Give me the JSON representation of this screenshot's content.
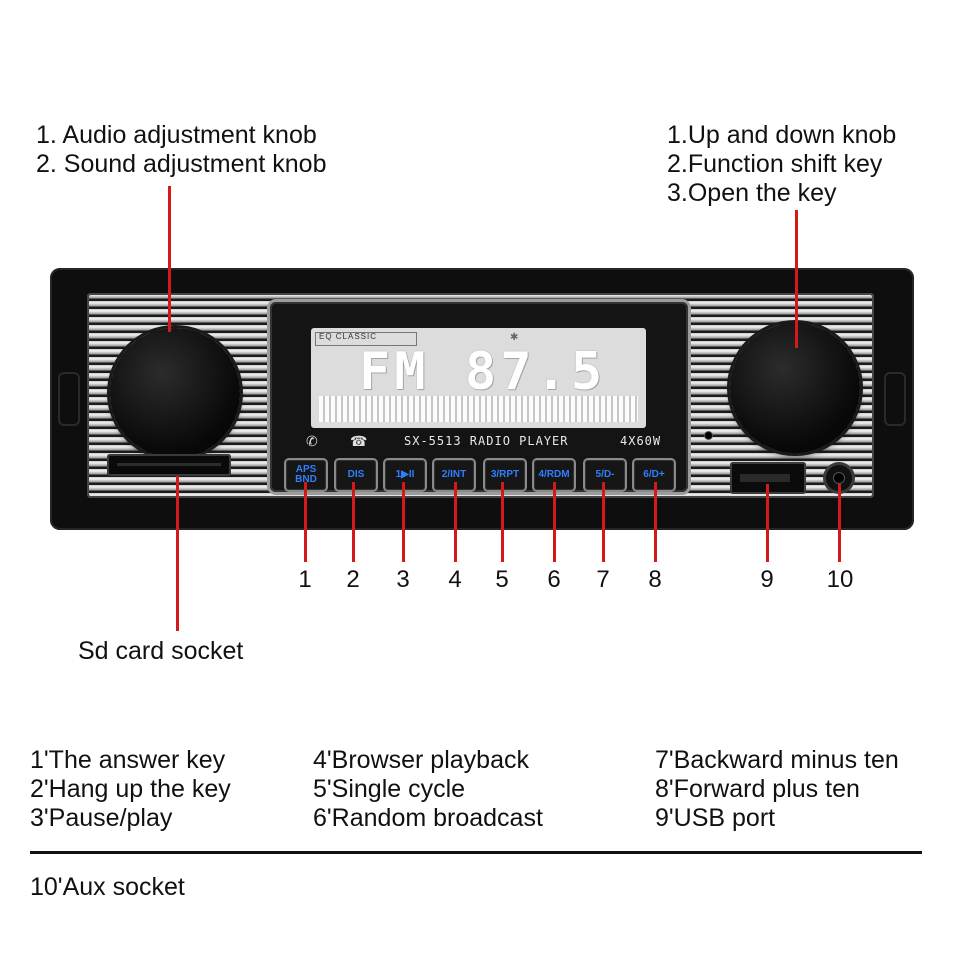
{
  "top_left_callout": [
    "1. Audio adjustment knob",
    "2. Sound adjustment knob"
  ],
  "top_right_callout": [
    "1.Up and down knob",
    "2.Function shift key",
    "3.Open the key"
  ],
  "sd_label": "Sd card socket",
  "display": {
    "mode": "EQ  CLASSIC",
    "main": "FM 87.5",
    "model_text": "SX-5513  RADIO  PLAYER",
    "power_text": "4X60W"
  },
  "buttons": [
    "APS BND",
    "DIS",
    "1▶II",
    "2/INT",
    "3/RPT",
    "4/RDM",
    "5/D-",
    "6/D+"
  ],
  "numbers": [
    "1",
    "2",
    "3",
    "4",
    "5",
    "6",
    "7",
    "8",
    "9",
    "10"
  ],
  "legend": {
    "col1": [
      "1'The answer key",
      "2'Hang up the key",
      "3'Pause/play"
    ],
    "col2": [
      "4'Browser playback",
      "5'Single cycle",
      "6'Random broadcast"
    ],
    "col3": [
      "7'Backward minus ten",
      "8'Forward plus ten",
      "9'USB port"
    ],
    "footer": "10'Aux socket"
  },
  "colors": {
    "leader": "#d21a1a",
    "button_text": "#2f7fff"
  }
}
